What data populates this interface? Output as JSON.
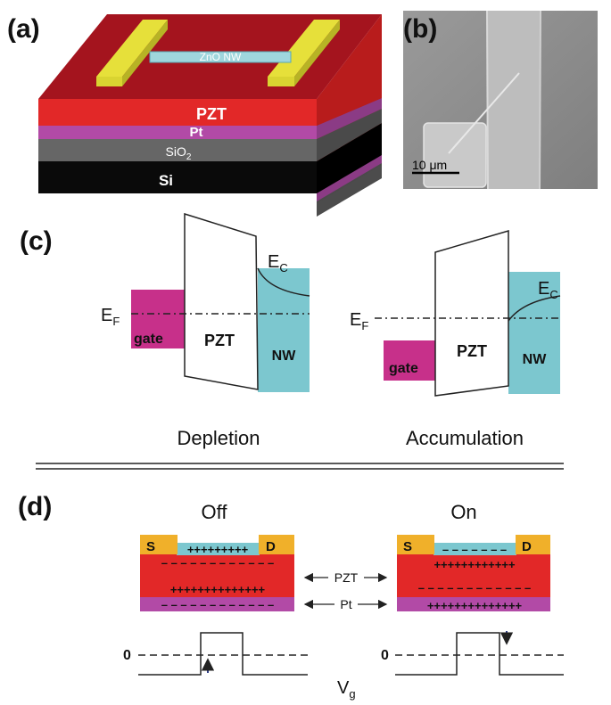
{
  "panel_a": {
    "label": "(a)",
    "nw_label": "ZnO NW",
    "layers": {
      "pzt": "PZT",
      "pt": "Pt",
      "sio2": "SiO",
      "sio2_sub": "2",
      "si": "Si"
    }
  },
  "panel_b": {
    "label": "(b)",
    "scale_bar": "10 μm"
  },
  "panel_c": {
    "label": "(c)",
    "ef": "E",
    "ef_sub": "F",
    "ec": "E",
    "ec_sub": "C",
    "gate": "gate",
    "pzt": "PZT",
    "nw": "NW",
    "left_caption": "Depletion",
    "right_caption": "Accumulation"
  },
  "panel_d": {
    "label": "(d)",
    "off_title": "Off",
    "on_title": "On",
    "source": "S",
    "drain": "D",
    "pzt_arrow_label": "PZT",
    "pt_arrow_label": "Pt",
    "zero": "0",
    "vg": "V",
    "vg_sub": "g"
  },
  "colors": {
    "pzt_red": "#e02424",
    "pt_magenta": "#b44ca8",
    "sio2_gray": "#6b6b6b",
    "si_black": "#0c0c0c",
    "electrode_yellow": "#e6e03a",
    "nw_cyan": "#7cc7cf",
    "gate_magenta": "#c7308a",
    "contact_orange": "#f0b02a"
  }
}
